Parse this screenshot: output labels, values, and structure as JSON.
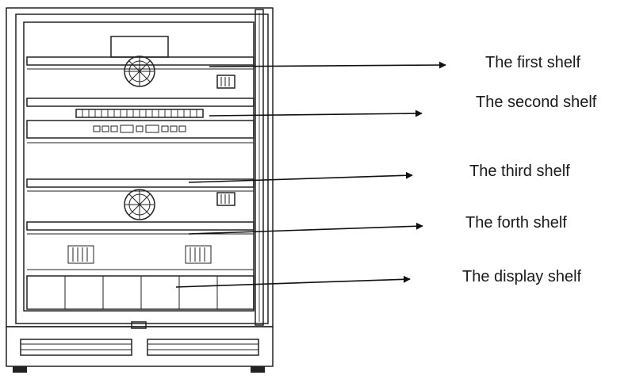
{
  "labels": {
    "first_shelf": "The first shelf",
    "second_shelf": "The second shelf",
    "third_shelf": "The third shelf",
    "forth_shelf": "The forth shelf",
    "display_shelf": "The display shelf"
  },
  "colors": {
    "line": "#222222",
    "background": "#ffffff"
  }
}
